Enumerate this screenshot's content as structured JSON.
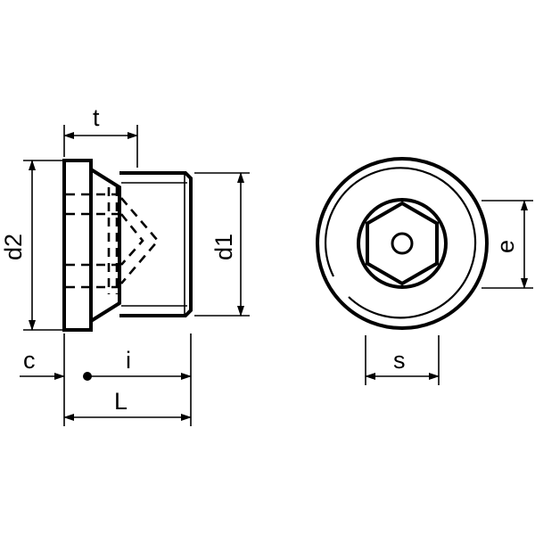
{
  "labels": {
    "t": "t",
    "d2": "d2",
    "d1": "d1",
    "c": "c",
    "i": "i",
    "L": "L",
    "s": "s",
    "e": "e"
  },
  "colors": {
    "stroke": "#000000",
    "background": "#ffffff"
  }
}
